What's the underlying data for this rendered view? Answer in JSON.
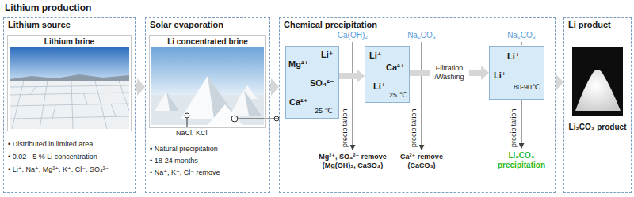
{
  "diagram": {
    "title": "Lithium production",
    "nodes": [
      {
        "text": [
          "Lithium source",
          "• Distributed in limited area",
          "• 0.02 - 5 % Li concentration",
          "• Li⁺, Na⁺, Mg²⁺, K⁺, Cl⁻, SO₄²⁻"
        ]
      },
      {
        "text": [
          "Lithium brine"
        ],
        "in": 0
      },
      {
        "text": [
          "Solar evaporation",
          "• Natural precipitation",
          "• 18-24 months",
          "• Na⁺, K⁺, Cl⁻ remove"
        ]
      },
      {
        "text": [
          "Li concentrated brine"
        ],
        "in": 2
      },
      {
        "text": [
          "Chemical precipitation"
        ]
      },
      {
        "text": [
          "Mg²⁺",
          "Li⁺",
          "SO₄²⁻",
          "Ca²⁺",
          "25 ℃"
        ],
        "in": 4
      },
      {
        "text": [
          "Li⁺",
          "Ca²⁺",
          "Li⁺",
          "25 ℃"
        ],
        "in": 4
      },
      {
        "text": [
          "Li⁺",
          "Li⁺",
          "80-90℃"
        ],
        "in": 4
      },
      {
        "text": [
          "Li product",
          "Li₂CO₃ product"
        ]
      }
    ],
    "edges": [
      {
        "from": 0,
        "to": 2,
        "arrow": "to"
      },
      {
        "from": 2,
        "to": 4,
        "arrow": "to"
      },
      {
        "from": 3,
        "to": 4,
        "arrow": "none"
      },
      {
        "from": 4,
        "to": 8,
        "arrow": "to"
      },
      {
        "from": 5,
        "to": 6,
        "arrow": "to"
      },
      {
        "from": 6,
        "to": 7,
        "arrow": "to",
        "label": "Filtration /Washing"
      }
    ],
    "labels": [
      "NaCl, KCl",
      "Ca(OH)₂",
      "precipitation",
      "Mg²⁺, SO₄²⁻ remove (Mg(OH)₂, CaSO₄)",
      "Na₂CO₃",
      "precipitation",
      "Ca²⁺ remove (CaCO₃)",
      "Na₂CO₃",
      "precipitation",
      "Li₂CO₃ precipitation"
    ]
  }
}
